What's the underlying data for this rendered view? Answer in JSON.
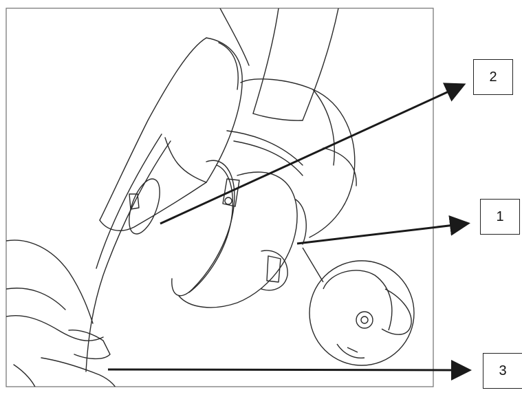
{
  "callouts": [
    {
      "id": "2",
      "label": "2"
    },
    {
      "id": "1",
      "label": "1"
    },
    {
      "id": "3",
      "label": "3"
    }
  ],
  "colors": {
    "line": "#1a1a1a",
    "background": "#ffffff",
    "frame": "#6e6e6e"
  }
}
